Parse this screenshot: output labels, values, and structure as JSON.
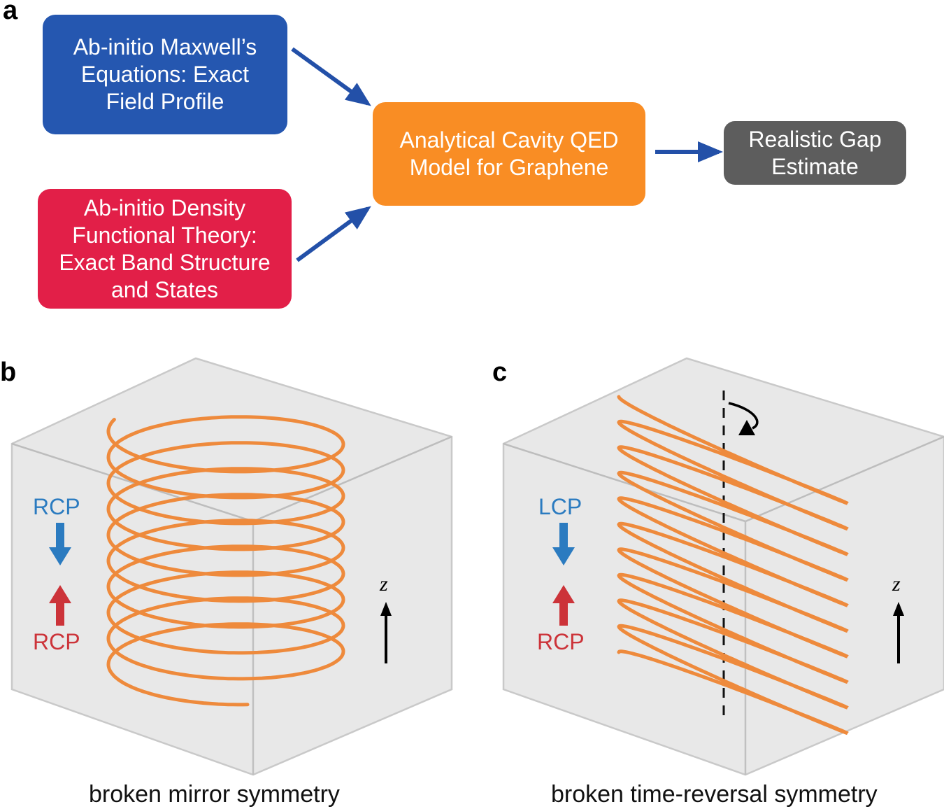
{
  "panel_a": {
    "label": "a",
    "boxes": [
      {
        "id": "maxwell",
        "text": "Ab-initio Maxwell’s\nEquations: Exact\nField Profile",
        "color": "#2557b0"
      },
      {
        "id": "dft",
        "text": "Ab-initio Density\nFunctional Theory:\nExact Band Structure\nand States",
        "color": "#e21f48"
      },
      {
        "id": "qed",
        "text": "Analytical Cavity QED\nModel for Graphene",
        "color": "#f98d24"
      },
      {
        "id": "gap",
        "text": "Realistic Gap\nEstimate",
        "color": "#5d5d5d"
      }
    ],
    "arrow_color": "#2350a8",
    "flow": [
      {
        "from": "maxwell",
        "to": "qed"
      },
      {
        "from": "dft",
        "to": "qed"
      },
      {
        "from": "qed",
        "to": "gap"
      }
    ]
  },
  "panel_b": {
    "label": "b",
    "incoming": "RCP",
    "outgoing": "RCP",
    "axis_label": "z",
    "caption": "broken mirror symmetry",
    "helix_turns": 10
  },
  "panel_c": {
    "label": "c",
    "incoming": "LCP",
    "outgoing": "RCP",
    "axis_label": "z",
    "caption": "broken time-reversal symmetry",
    "helix_turns": 10
  },
  "colors": {
    "helix": "#ee8a3c",
    "incoming_arrow": "#2b7bc0",
    "outgoing_arrow": "#cc3339",
    "cube_face": "#e8e8e8",
    "cube_edge": "#c6c6c6"
  }
}
